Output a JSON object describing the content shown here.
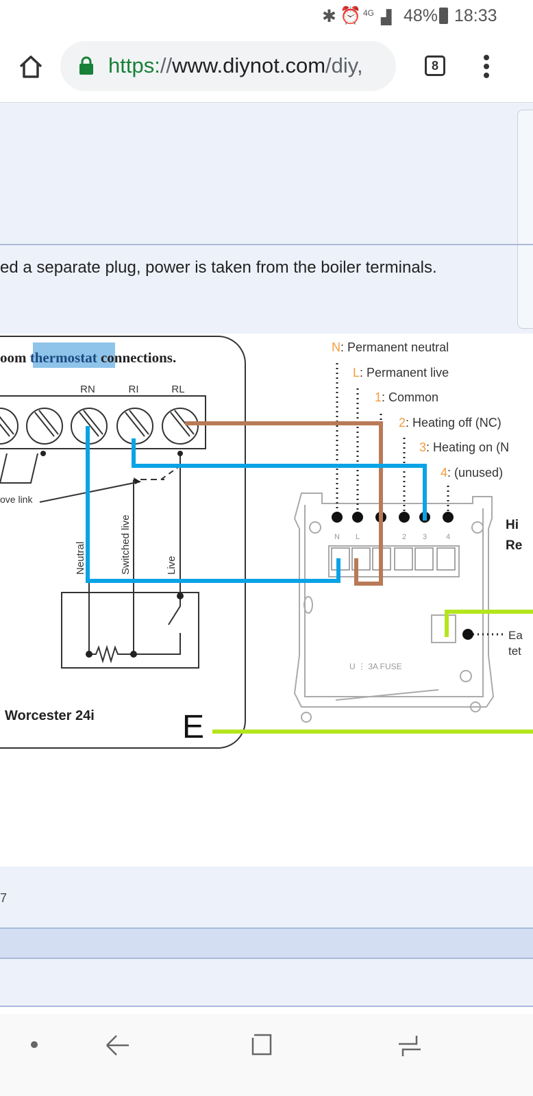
{
  "status_bar": {
    "icons": [
      "bluetooth-icon",
      "alarm-icon",
      "4g-icon",
      "signal-icon",
      "battery-icon"
    ],
    "network": "4G",
    "battery": "48%",
    "time": "18:33"
  },
  "browser": {
    "url_scheme": "https:",
    "url_sep": "//",
    "url_host": "www.diynot.com",
    "url_path": "/diy,",
    "tab_count": "8",
    "secure_color": "#188038"
  },
  "page": {
    "paragraph": "ed a separate plug, power is taken from the boiler terminals.",
    "footer_number": "7"
  },
  "diagram": {
    "title_pre": "oom ",
    "title_highlight": "thermostat",
    "title_post": " connections.",
    "terminal_labels": [
      "RN",
      "RI",
      "RL"
    ],
    "remove_link": "ove link",
    "wire_labels": [
      "Neutral",
      "Switched live",
      "Live"
    ],
    "boiler_name": "Worcester 24i",
    "earth_label": "E",
    "hive_terminals": [
      {
        "key": "N",
        "desc": ": Permanent neutral"
      },
      {
        "key": "L",
        "desc": ": Permanent live"
      },
      {
        "key": "1",
        "desc": ": Common"
      },
      {
        "key": "2",
        "desc": ": Heating off (NC)"
      },
      {
        "key": "3",
        "desc": ": Heating on (N"
      },
      {
        "key": "4",
        "desc": ": (unused)"
      }
    ],
    "plate_terminal_marks": [
      "N",
      "L",
      "1",
      "2",
      "3",
      "4"
    ],
    "hive_label_1": "Hi",
    "hive_label_2": "Re",
    "earth_note_1": "Ea",
    "earth_note_2": "tet",
    "fuse_label": "U ⋮ 3A  FUSE",
    "colors": {
      "brown": "#b97a57",
      "blue": "#0aa3e6",
      "green": "#b5e51d",
      "orange": "#f39c3c",
      "highlight": "#8ec3ea"
    }
  },
  "nav_bar": {
    "icons": [
      "dot-icon",
      "back-icon",
      "recents-icon",
      "switch-icon"
    ]
  }
}
